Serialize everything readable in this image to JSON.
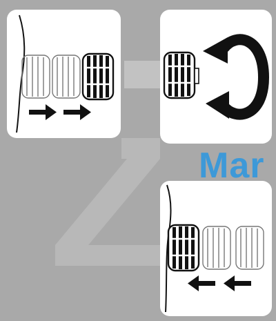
{
  "watermark": {
    "text": "Mar"
  },
  "steps": [
    {
      "id": "pull-out",
      "arrow_direction": "right",
      "arrow_count": 2
    },
    {
      "id": "rotate",
      "rotation": "clockwise"
    },
    {
      "id": "push-in",
      "arrow_direction": "left",
      "arrow_count": 2
    }
  ],
  "colors": {
    "background": "#a9a9a9",
    "card": "#ffffff",
    "ink": "#111111",
    "watermark": "#3d99d8"
  }
}
